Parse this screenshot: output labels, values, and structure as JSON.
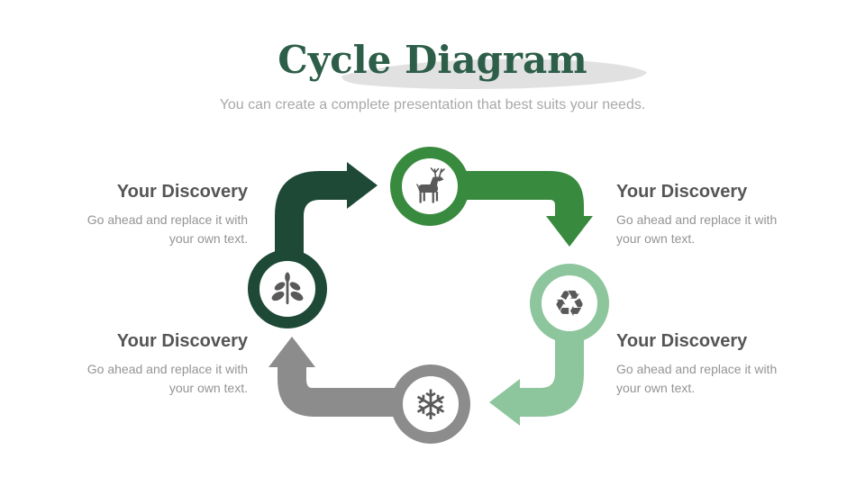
{
  "slide": {
    "title": "Cycle Diagram",
    "subtitle": "You can create a complete presentation that best suits your needs."
  },
  "icons": {
    "recycle_glyph": "♻",
    "snowflake_glyph": "❄",
    "node_icons": [
      "deer-icon",
      "recycle-icon",
      "snowflake-icon",
      "plant-icon"
    ]
  },
  "colors": {
    "title_green": "#2d5e49",
    "node_medium_green": "#388a3e",
    "node_light_green": "#8dc59d",
    "node_dark_green": "#1e4937",
    "node_gray": "#8c8c8c",
    "icon_gray": "#595959",
    "brush_gray": "#c9c9c9",
    "heading_gray": "#555555",
    "body_gray": "#949494",
    "subtitle_gray": "#a8a8a8"
  },
  "labels": [
    {
      "position": "top-left",
      "heading": "Your Discovery",
      "body": "Go ahead and replace it with your own text."
    },
    {
      "position": "top-right",
      "heading": "Your Discovery",
      "body": "Go ahead and replace it with your own text."
    },
    {
      "position": "bottom-left",
      "heading": "Your Discovery",
      "body": "Go ahead and replace it with your own text."
    },
    {
      "position": "bottom-right",
      "heading": "Your Discovery",
      "body": "Go ahead and replace it with your own text."
    }
  ]
}
